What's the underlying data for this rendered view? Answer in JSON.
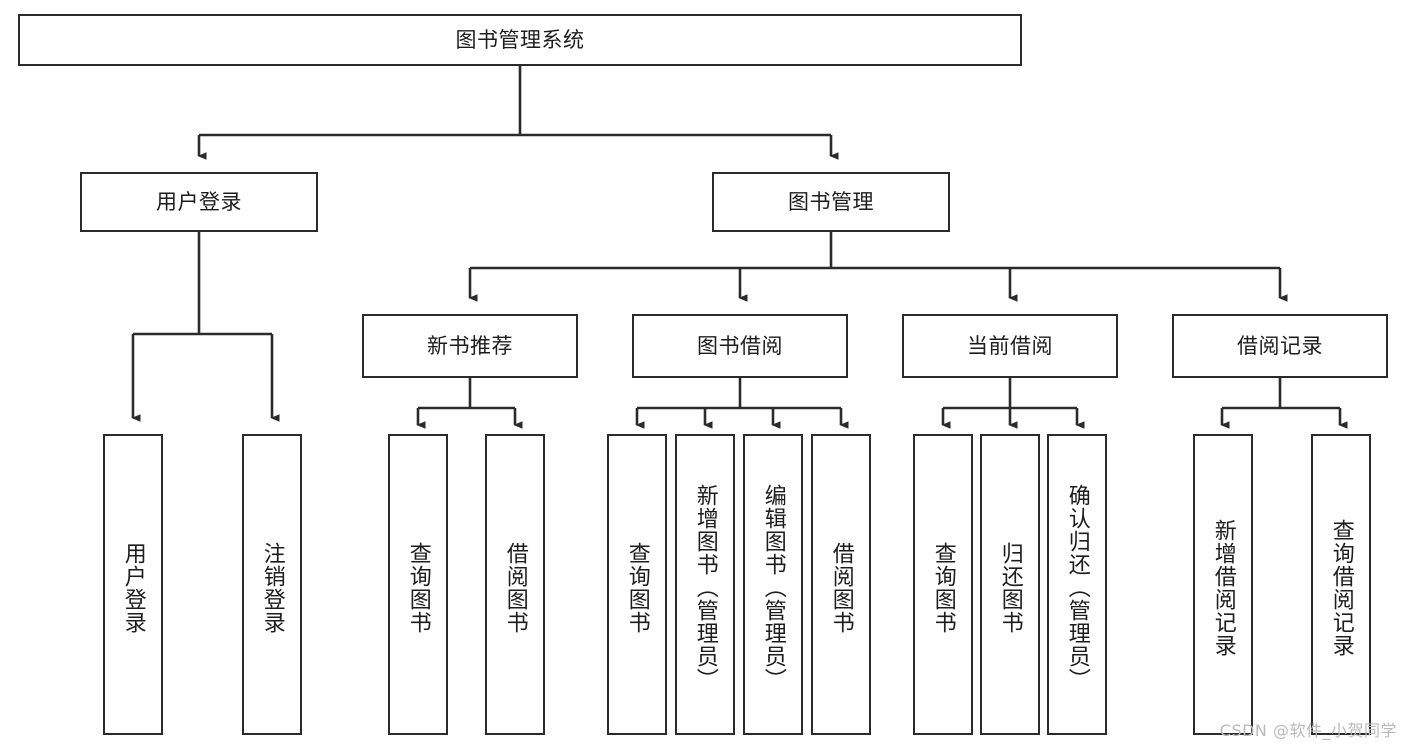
{
  "diagram": {
    "title": "图书管理系统",
    "type": "tree-hierarchy-chart",
    "watermark": "CSDN @软件_小贺同学",
    "colors": {
      "background": "#ffffff",
      "node_border": "#2b2b2b",
      "node_fill": "#ffffff",
      "edge": "#2b2b2b",
      "text": "#1d1d1d",
      "watermark": "#b9b9b9"
    },
    "nodes": {
      "root": {
        "label": "图书管理系统"
      },
      "level2": [
        {
          "id": "user-login",
          "label": "用户登录"
        },
        {
          "id": "book-management",
          "label": "图书管理"
        }
      ],
      "level3": [
        {
          "id": "new-book-recommend",
          "label": "新书推荐"
        },
        {
          "id": "book-borrow",
          "label": "图书借阅"
        },
        {
          "id": "current-borrow",
          "label": "当前借阅"
        },
        {
          "id": "borrow-record",
          "label": "借阅记录"
        }
      ],
      "leaves": {
        "user_login": [
          {
            "id": "leaf-user-login",
            "label": "用户登录"
          },
          {
            "id": "leaf-logout-login",
            "label": "注销登录"
          }
        ],
        "new_book_recommend": [
          {
            "id": "leaf-query-book-1",
            "label": "查询图书"
          },
          {
            "id": "leaf-borrow-book-1",
            "label": "借阅图书"
          }
        ],
        "book_borrow": [
          {
            "id": "leaf-query-book-2",
            "label": "查询图书"
          },
          {
            "id": "leaf-add-book",
            "label": "新增图书（管理员）"
          },
          {
            "id": "leaf-edit-book",
            "label": "编辑图书（管理员）"
          },
          {
            "id": "leaf-borrow-book-2",
            "label": "借阅图书"
          }
        ],
        "current_borrow": [
          {
            "id": "leaf-query-book-3",
            "label": "查询图书"
          },
          {
            "id": "leaf-return-book",
            "label": "归还图书"
          },
          {
            "id": "leaf-confirm-return",
            "label": "确认归还（管理员）"
          }
        ],
        "borrow_record": [
          {
            "id": "leaf-add-record",
            "label": "新增借阅记录"
          },
          {
            "id": "leaf-query-record",
            "label": "查询借阅记录"
          }
        ]
      }
    }
  }
}
